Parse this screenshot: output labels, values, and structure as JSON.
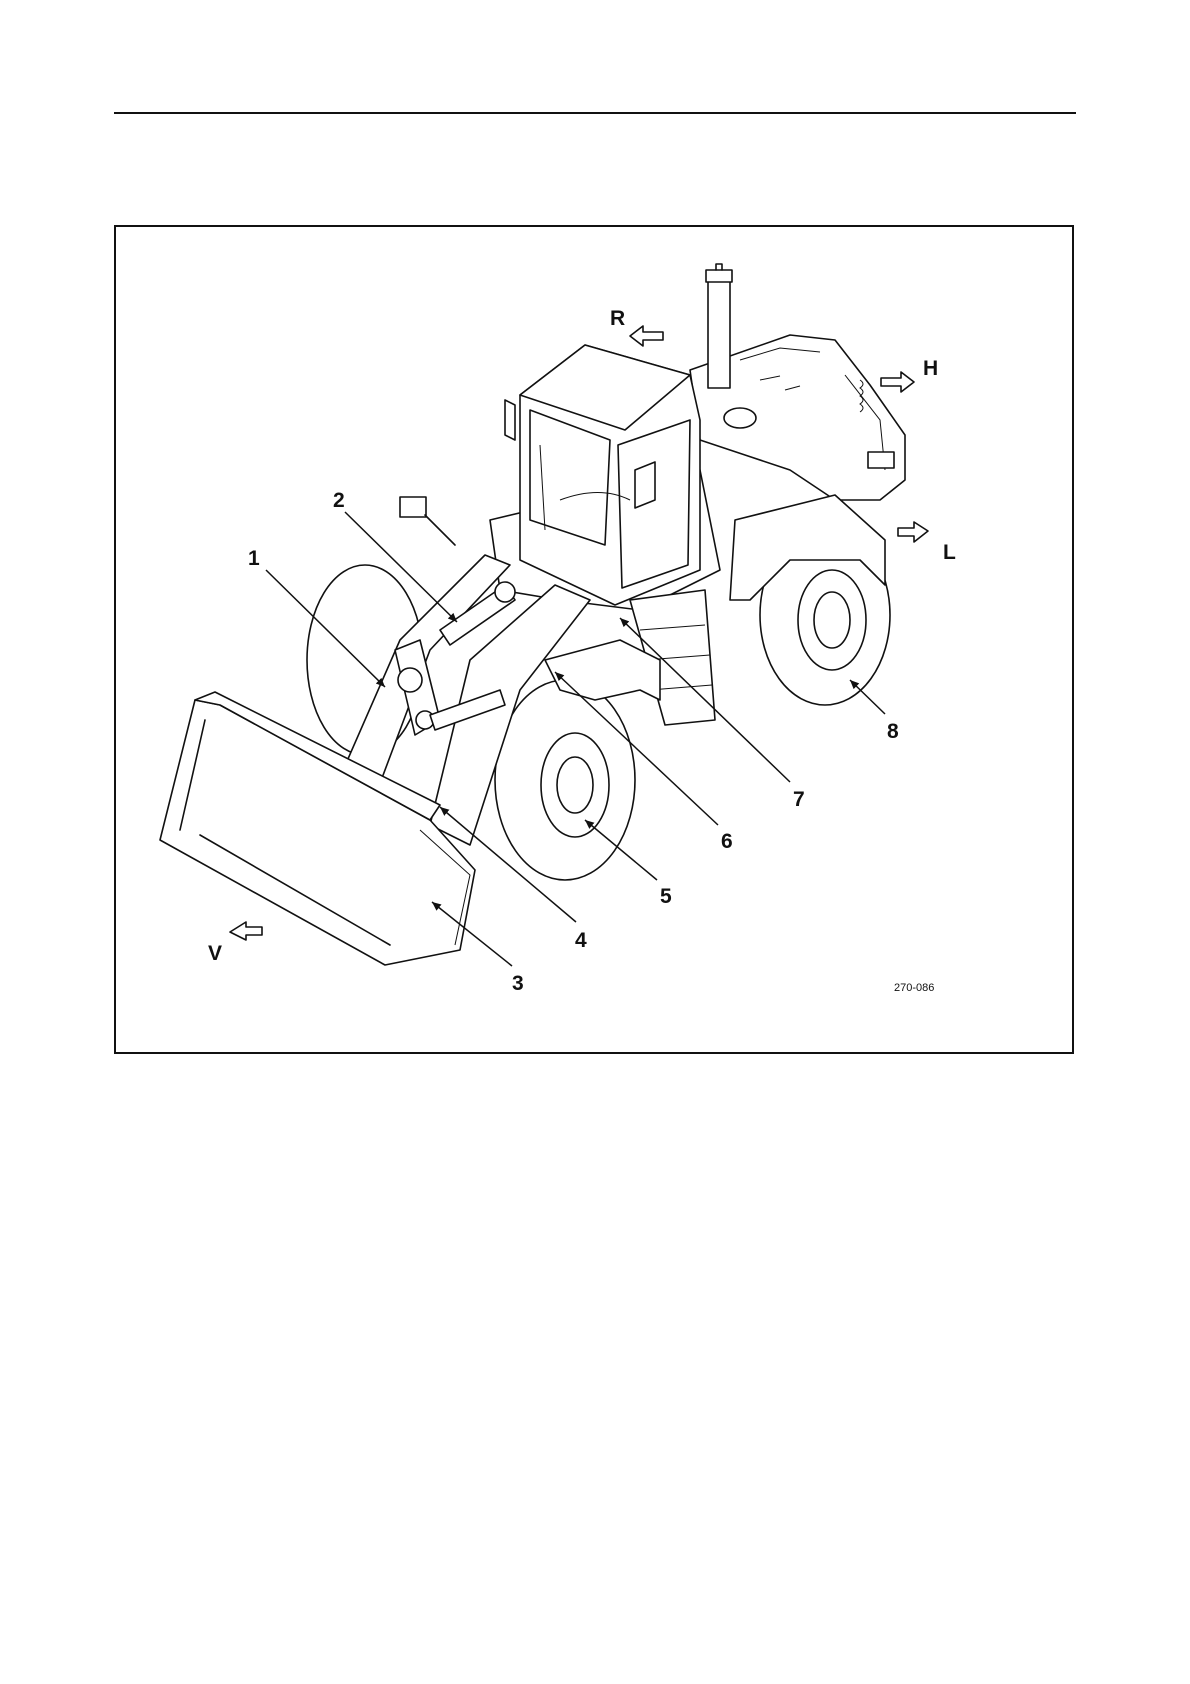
{
  "figure": {
    "callouts": [
      "1",
      "2",
      "3",
      "4",
      "5",
      "6",
      "7",
      "8"
    ],
    "directions": [
      "R",
      "H",
      "L",
      "V"
    ],
    "reference": "270-086"
  }
}
